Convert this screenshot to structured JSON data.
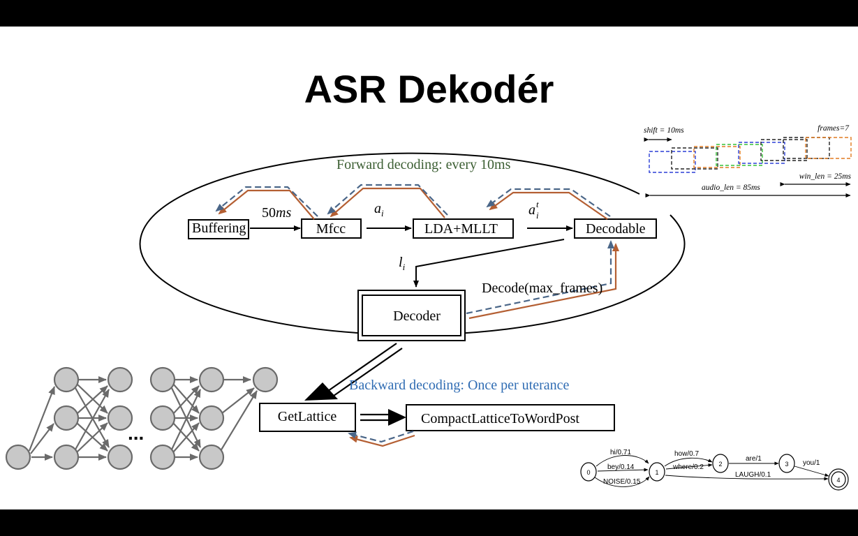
{
  "title": "ASR Dekodér",
  "forward_label": "Forward decoding: every 10ms",
  "backward_label": "Backward decoding: Once per uterance",
  "boxes": {
    "buffering": "Buffering",
    "mfcc": "Mfcc",
    "lda": "LDA+MLLT",
    "decodable": "Decodable",
    "decoder": "Decoder",
    "getlattice": "GetLattice",
    "compact": "CompactLatticeToWordPost"
  },
  "edge_labels": {
    "ms50_num": "50",
    "ms50_unit": "ms",
    "ai_base": "a",
    "ai_sub": "i",
    "ati_base": "a",
    "ati_sup": "t",
    "ati_sub": "i",
    "li_base": "l",
    "li_sub": "i",
    "decode_call": "Decode(max_frames)"
  },
  "framing": {
    "shift": "shift = 10ms",
    "frames": "frames=7",
    "win_len": "win_len = 25ms",
    "audio_len": "audio_len = 85ms"
  },
  "nn": {
    "ellipsis": "..."
  },
  "lattice": {
    "nodes": [
      "0",
      "1",
      "2",
      "3",
      "4"
    ],
    "arcs": {
      "hi": "hi/0.71",
      "bey": "bey/0.14",
      "noise": "NOISE/0.15",
      "how": "how/0.7",
      "where": "where/0.2",
      "are": "are/1",
      "laugh": "LAUGH/0.1",
      "you": "you/1"
    }
  },
  "colors": {
    "forward_text": "#3b5e32",
    "backward_text": "#2f6cb3",
    "orange_arrow": "#b45f33",
    "blue_dashed": "#4a6688",
    "nn_node": "#c8c8c8",
    "nn_edge": "#6a6a6a"
  }
}
